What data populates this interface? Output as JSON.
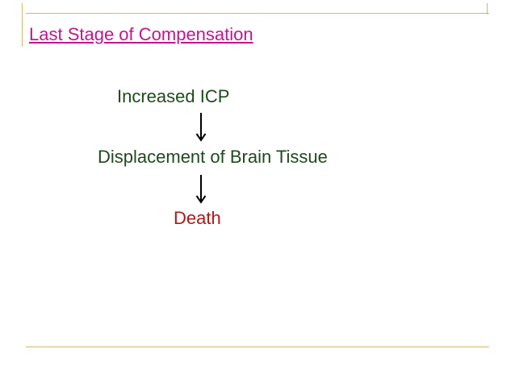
{
  "slide": {
    "title": "Last Stage of Compensation",
    "title_color": "#c0168c",
    "flow": [
      {
        "label": "Increased  ICP",
        "color": "#1e4a1e"
      },
      {
        "label": "Displacement of Brain Tissue",
        "color": "#1e4a1e"
      },
      {
        "label": "Death",
        "color": "#b01818"
      }
    ],
    "arrow_direction": "down",
    "frame_color": "#d6b56a"
  }
}
